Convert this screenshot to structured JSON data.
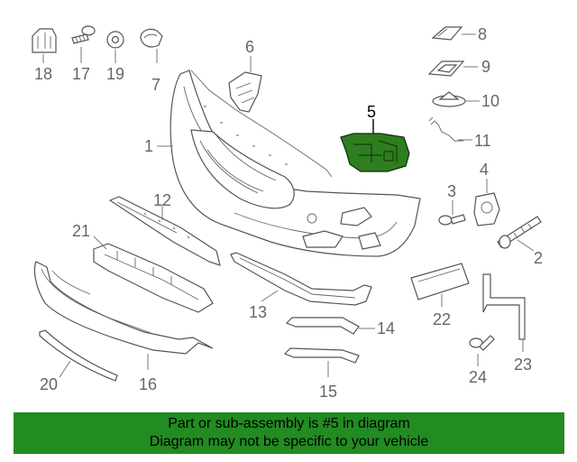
{
  "diagram": {
    "highlighted_part": "5",
    "highlight_color": "#2e7d1f",
    "callouts": [
      "1",
      "2",
      "3",
      "4",
      "5",
      "6",
      "7",
      "8",
      "9",
      "10",
      "11",
      "12",
      "13",
      "14",
      "15",
      "16",
      "17",
      "18",
      "19",
      "20",
      "21",
      "22",
      "23",
      "24"
    ]
  },
  "banner": {
    "line1": "Part or sub-assembly is #5 in diagram",
    "line2": "Diagram may not be specific to your vehicle",
    "background": "#228b22"
  }
}
